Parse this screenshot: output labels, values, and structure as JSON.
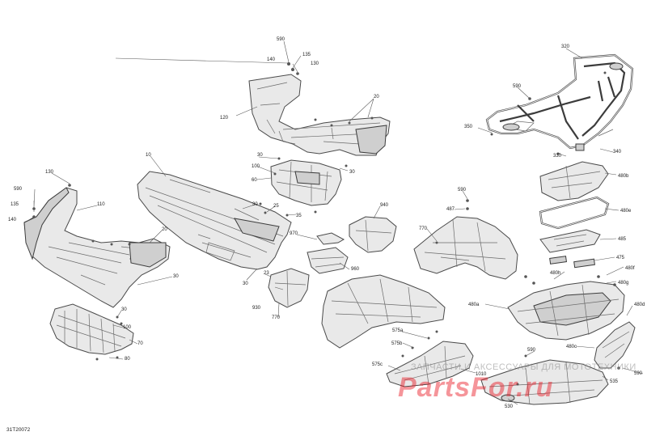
{
  "diagram": {
    "code": "31T20072",
    "callouts": {
      "c590_top": "590",
      "c135_top": "135",
      "c140_top": "140",
      "c130_top": "130",
      "c120": "120",
      "c20_top": "20",
      "c10": "10",
      "c30_a": "30",
      "c100_mid": "100",
      "c60": "60",
      "c30_b": "30",
      "c320": "320",
      "c590_rack": "590",
      "c350": "350",
      "c330": "330",
      "c340": "340",
      "c130_left": "130",
      "c590_left": "590",
      "c135_left": "135",
      "c140_left": "140",
      "c110": "110",
      "c20_left": "20",
      "c30_left": "30",
      "c30_low": "30",
      "c100_low": "100",
      "c70": "70",
      "c80": "80",
      "c30_mid1": "30",
      "c25": "25",
      "c35": "35",
      "c970": "970",
      "c960": "960",
      "c930": "930",
      "c770_a": "770",
      "c23": "23",
      "c30_mid2": "30",
      "c940": "940",
      "c590_fender": "590",
      "c487": "487",
      "c770_b": "770",
      "c480b": "480b",
      "c480e": "480e",
      "c485": "485",
      "c475": "475",
      "c480f": "480f",
      "c480h": "480h",
      "c480g": "480g",
      "c480a": "480a",
      "c480d": "480d",
      "c480c": "480c",
      "c575a": "575a",
      "c575b": "575b",
      "c575c": "575c",
      "c1010": "1010",
      "c590_low": "590",
      "c590_right": "590",
      "c535": "535",
      "c530": "530"
    }
  },
  "watermark": {
    "main": "PartsFor.ru",
    "sub": "ЗАПЧАСТИ И АКСЕССУАРЫ ДЛЯ МОТОТЕХНИКИ"
  }
}
